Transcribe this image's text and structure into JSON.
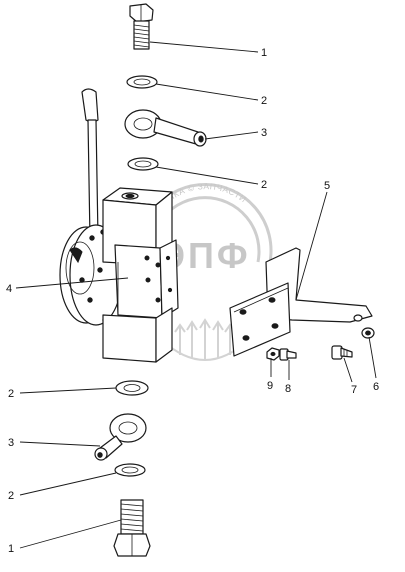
{
  "watermark": {
    "arc_text": "ТЕХНИКА © ЗАПЧАСТИ",
    "logo_text": "ЭПФ"
  },
  "callouts": [
    {
      "id": "c1-top",
      "label": "1"
    },
    {
      "id": "c2-a",
      "label": "2"
    },
    {
      "id": "c3-top",
      "label": "3"
    },
    {
      "id": "c2-b",
      "label": "2"
    },
    {
      "id": "c5",
      "label": "5"
    },
    {
      "id": "c4",
      "label": "4"
    },
    {
      "id": "c9",
      "label": "9"
    },
    {
      "id": "c8",
      "label": "8"
    },
    {
      "id": "c7",
      "label": "7"
    },
    {
      "id": "c6",
      "label": "6"
    },
    {
      "id": "c2-c",
      "label": "2"
    },
    {
      "id": "c3-bottom",
      "label": "3"
    },
    {
      "id": "c2-d",
      "label": "2"
    },
    {
      "id": "c1-bottom",
      "label": "1"
    }
  ],
  "icons": [
    "hollow-bolt-icon",
    "washer-icon",
    "banjo-fitting-icon",
    "hand-pump-icon",
    "mounting-bracket-icon",
    "bolt-icon",
    "nut-icon",
    "watermark-logo"
  ]
}
